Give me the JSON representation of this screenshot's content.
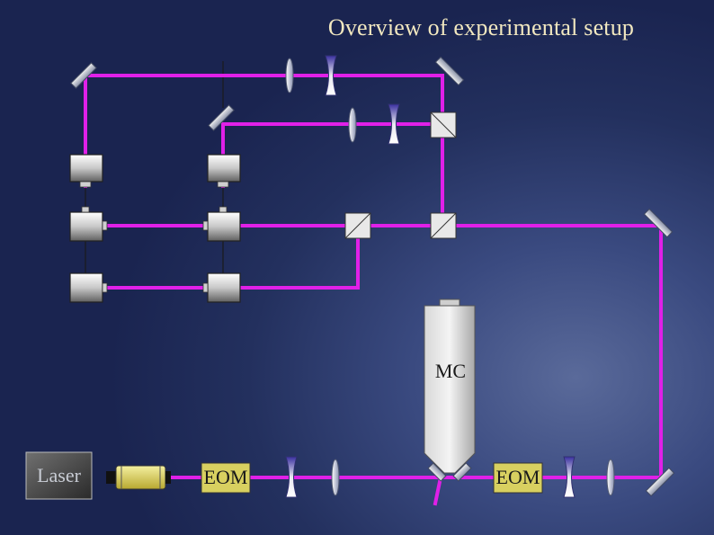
{
  "title": "Overview of experimental setup",
  "components": {
    "laser": "Laser",
    "eom_left": "EOM",
    "eom_right": "EOM",
    "mode_cleaner": "MC"
  },
  "colors": {
    "beam": "#e020e8",
    "title": "#f2e8c0",
    "eom_fill": "#d8d060",
    "background_dark": "#1a2450",
    "background_light": "#5a6a9a"
  }
}
